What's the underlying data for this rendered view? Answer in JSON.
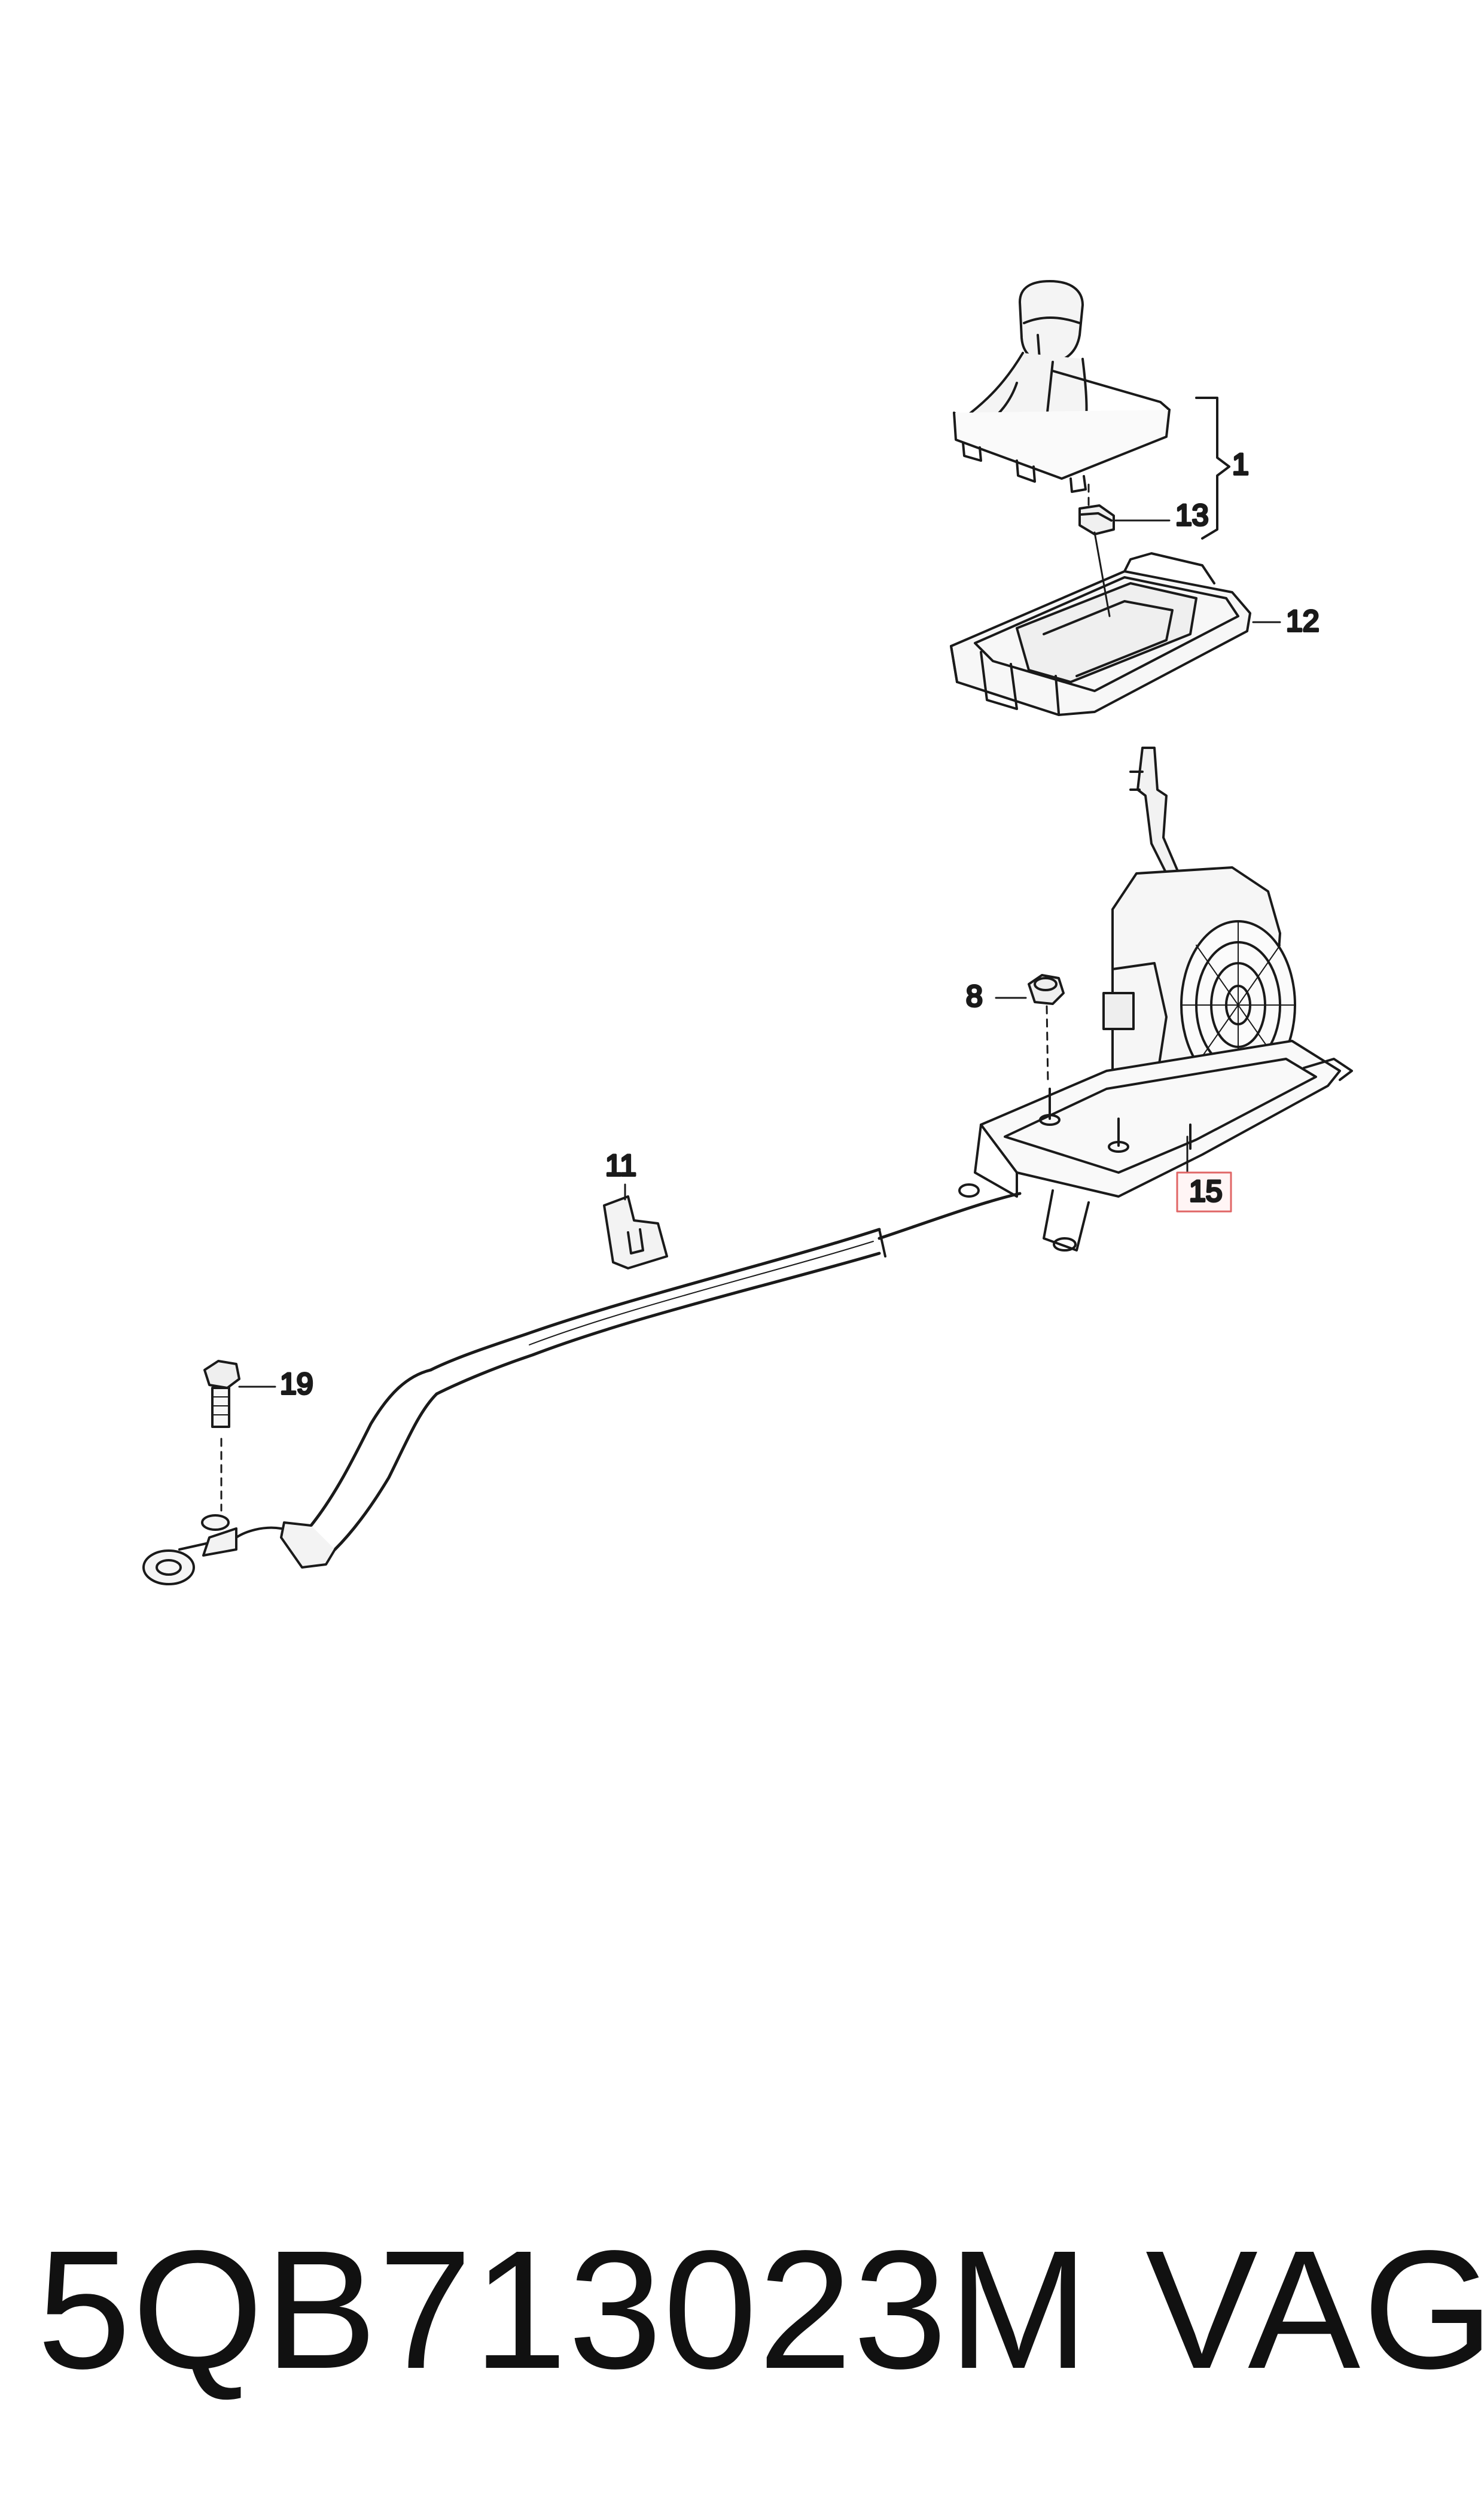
{
  "callouts": {
    "c1": "1",
    "c8": "8",
    "c11": "11",
    "c12": "12",
    "c13": "13",
    "c15": "15",
    "c19": "19"
  },
  "highlight_color": "#e06666",
  "footer": {
    "part_number": "5QB713023M",
    "brand": "VAG"
  }
}
